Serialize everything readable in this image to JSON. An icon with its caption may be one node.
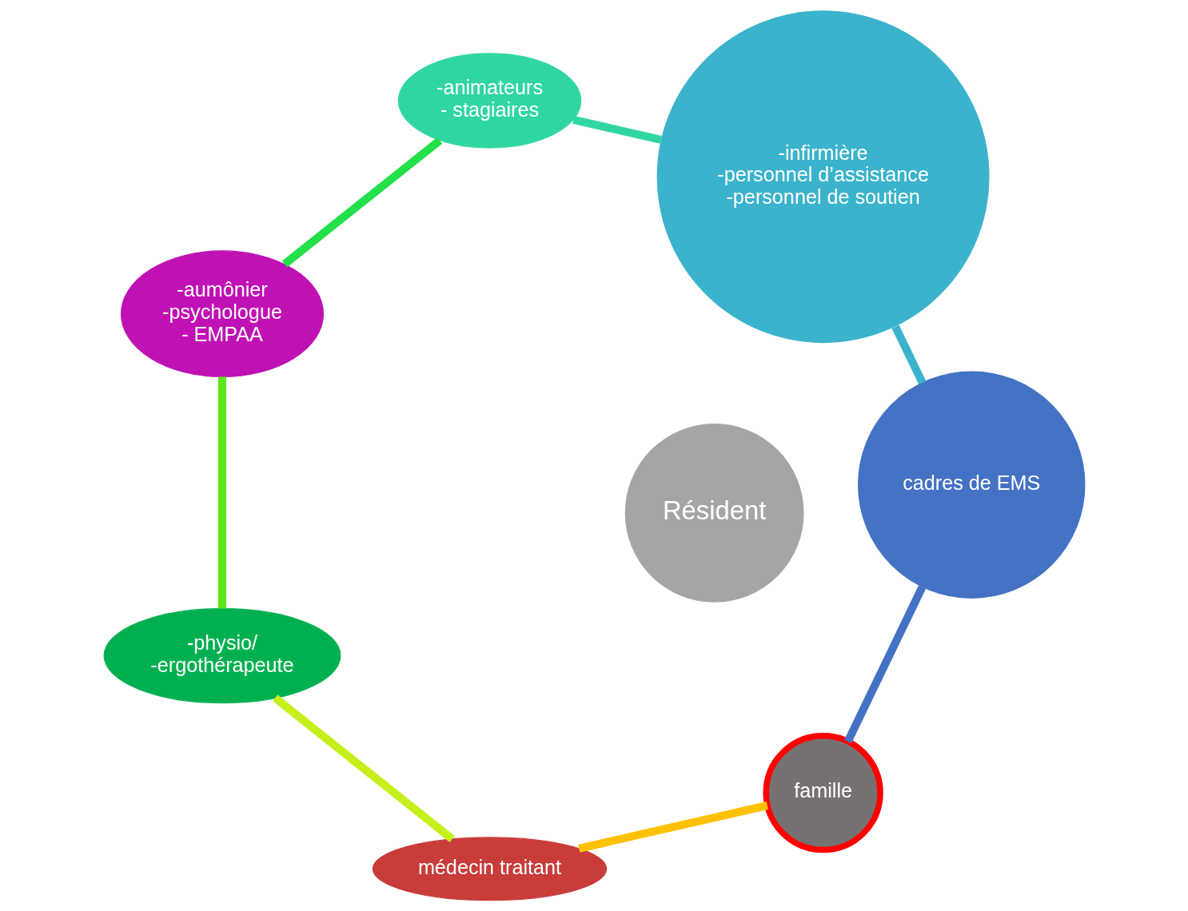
{
  "diagram": {
    "nodes": [
      {
        "text": [
          "Résident"
        ]
      },
      {
        "text": [
          "famille"
        ]
      },
      {
        "text": [
          "médecin traitant"
        ]
      },
      {
        "text": [
          "-physio/",
          "-ergothérapeute"
        ]
      },
      {
        "text": [
          "-aumônier",
          "-psychologue",
          "- EMPAA"
        ]
      },
      {
        "text": [
          "-animateurs",
          "- stagiaires"
        ]
      },
      {
        "text": [
          "-infirmière",
          "-personnel d’assistance",
          "-personnel de soutien"
        ]
      },
      {
        "text": [
          "cadres de EMS"
        ]
      }
    ],
    "edges": [
      {
        "from": 1,
        "to": 2,
        "arrow": "none",
        "color": "#ffc000"
      },
      {
        "from": 2,
        "to": 3,
        "arrow": "none",
        "color": "#c5f01c"
      },
      {
        "from": 3,
        "to": 4,
        "arrow": "none",
        "color": "#5ae81c"
      },
      {
        "from": 4,
        "to": 5,
        "arrow": "none",
        "color": "#22e04a"
      },
      {
        "from": 5,
        "to": 6,
        "arrow": "none",
        "color": "#30d6a2"
      },
      {
        "from": 6,
        "to": 7,
        "arrow": "none",
        "color": "#3bb3cc"
      },
      {
        "from": 7,
        "to": 1,
        "arrow": "none",
        "color": "#4472c4"
      }
    ]
  }
}
